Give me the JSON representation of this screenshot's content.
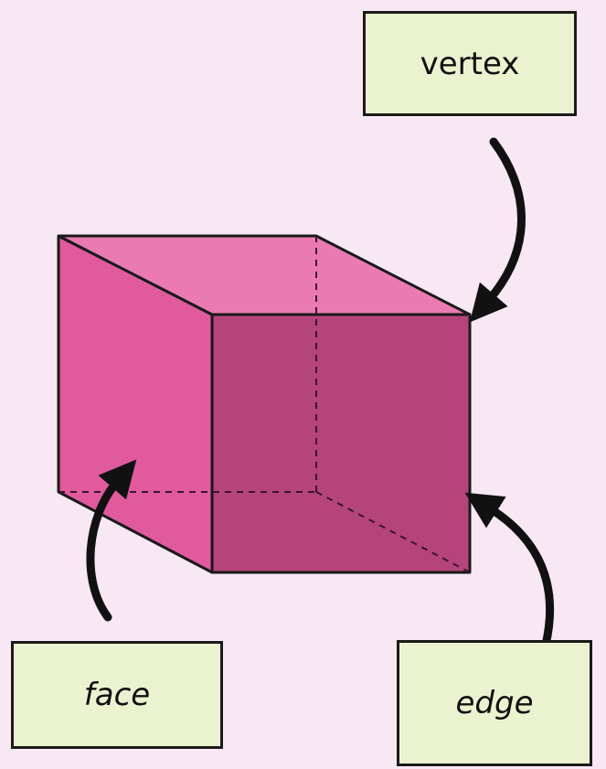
{
  "labels": {
    "vertex": "vertex",
    "face": "face",
    "edge": "edge"
  },
  "colors": {
    "background": "#f8e8f4",
    "label_fill": "#eaf2cf",
    "cube_front": "#b5447a",
    "cube_left": "#e15a9e",
    "cube_top": "#ea7ab2",
    "outline": "#1a1a1a"
  }
}
